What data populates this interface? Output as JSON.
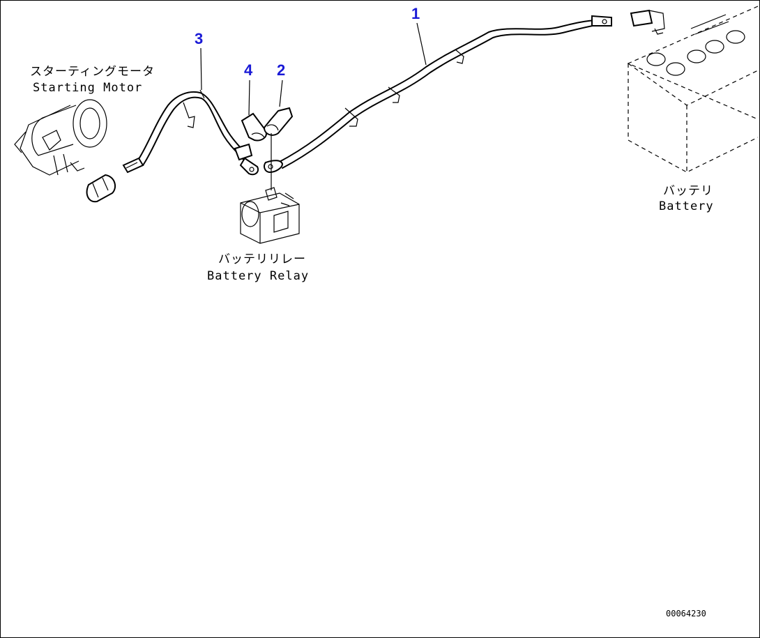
{
  "callouts": {
    "c1": "1",
    "c2": "2",
    "c3": "3",
    "c4": "4"
  },
  "labels": {
    "starting_motor_jp": "スターティングモータ",
    "starting_motor_en": "Starting Motor",
    "battery_relay_jp": "バッテリリレー",
    "battery_relay_en": "Battery Relay",
    "battery_jp": "バッテリ",
    "battery_en": "Battery"
  },
  "drawing_code": "00064230",
  "colors": {
    "callout": "#1a1ad6",
    "line": "#000000",
    "background": "#ffffff"
  }
}
